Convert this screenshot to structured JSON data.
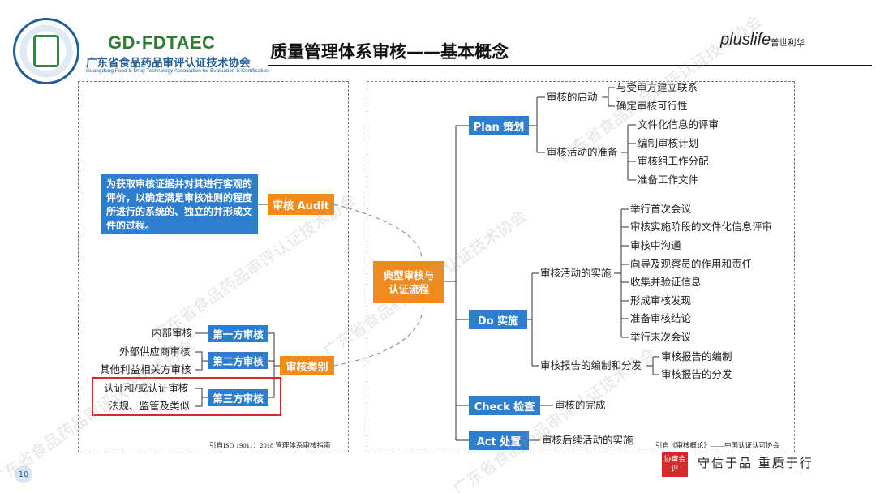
{
  "header": {
    "org_abbr": "GD·FDTAEC",
    "org_name": "广东省食品药品审评认证技术协会",
    "org_name_en": "Guangdong Food & Drug Technology Association for Evaluation & Certification",
    "title": "质量管理体系审核——基本概念",
    "brand_logo": "pluslife",
    "brand_name": "普世利华"
  },
  "left_panel": {
    "audit_desc": "为获取审核证据并对其进行客观的评价，以确定满足审核准则的程度所进行的系统的、独立的并形成文件的过程。",
    "audit_node": "审核 Audit",
    "category_node": "审核类别",
    "types": [
      {
        "label": "第一方审核",
        "items": [
          "内部审核"
        ]
      },
      {
        "label": "第二方审核",
        "items": [
          "外部供应商审核",
          "其他利益相关方审核"
        ]
      },
      {
        "label": "第三方审核",
        "items": [
          "认证和/或认证审核",
          "法规、监管及类似"
        ]
      }
    ],
    "citation": "引自ISO 19011：2018 管理体系审核指南"
  },
  "right_panel": {
    "root": "典型审核与认证流程",
    "plan": {
      "label": "Plan 策划",
      "groups": [
        {
          "label": "审核的启动",
          "items": [
            "与受审方建立联系",
            "确定审核可行性"
          ]
        },
        {
          "label": "审核活动的准备",
          "items": [
            "文件化信息的评审",
            "编制审核计划",
            "审核组工作分配",
            "准备工作文件"
          ]
        }
      ]
    },
    "do": {
      "label": "Do 实施",
      "groups": [
        {
          "label": "审核活动的实施",
          "items": [
            "举行首次会议",
            "审核实施阶段的文件化信息评审",
            "审核中沟通",
            "向导及观察员的作用和责任",
            "收集并验证信息",
            "形成审核发现",
            "准备审核结论",
            "举行末次会议"
          ]
        },
        {
          "label": "审核报告的编制和分发",
          "items": [
            "审核报告的编制",
            "审核报告的分发"
          ]
        }
      ]
    },
    "check": {
      "label": "Check 检查",
      "items": [
        "审核的完成"
      ]
    },
    "act": {
      "label": "Act 处置",
      "items": [
        "审核后续活动的实施"
      ]
    },
    "citation": "引自《审核概论》——中国认证认可协会"
  },
  "footer": {
    "page_number": "10",
    "seal_text": "协审会评",
    "motto": "守信于品  重质于行"
  },
  "colors": {
    "node_blue": "#2e7ed0",
    "node_orange": "#f08a1c",
    "highlight_red": "#d42a2a"
  }
}
